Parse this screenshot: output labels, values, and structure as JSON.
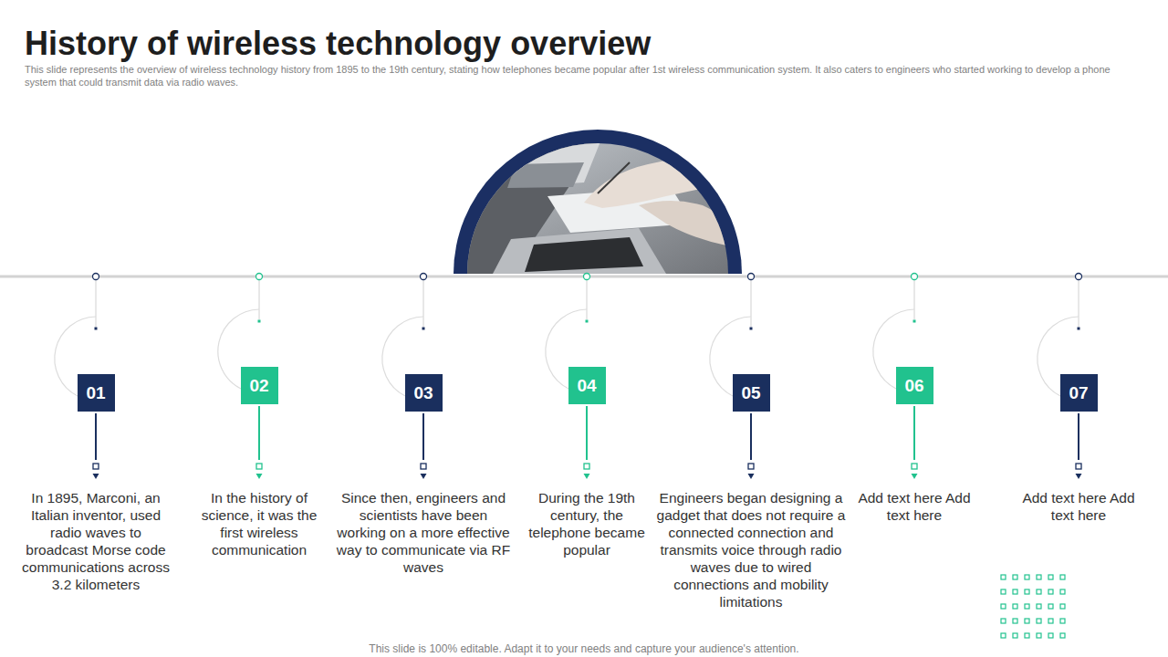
{
  "diagram": {
    "title": "History of wireless technology overview",
    "caption": "This slide represents the overview of wireless technology history from 1895 to the 19th century, stating how telephones became popular after 1st wireless communication system. It also caters to engineers who started working to develop a phone system that could transmit data via radio waves.",
    "nodes": [
      {
        "text": [
          "01"
        ]
      },
      {
        "text": [
          "02"
        ]
      },
      {
        "text": [
          "03"
        ]
      },
      {
        "text": [
          "04"
        ]
      },
      {
        "text": [
          "05"
        ]
      },
      {
        "text": [
          "06"
        ]
      },
      {
        "text": [
          "07"
        ]
      }
    ],
    "labels": [
      "In 1895, Marconi, an Italian inventor, used radio waves to broadcast Morse code communications across 3.2 kilometers",
      "In the history of science, it was the first wireless communication",
      "Since then, engineers and scientists have been working on a more effective way to communicate via RF waves",
      "During the 19th century, the telephone became popular",
      "Engineers began designing a gadget that does not require a connected connection and transmits voice through radio waves due to wired connections and mobility limitations",
      "Add text here Add text here",
      "Add text here Add text here",
      "This slide is 100% editable. Adapt it to your needs and capture your audience's attention."
    ]
  }
}
